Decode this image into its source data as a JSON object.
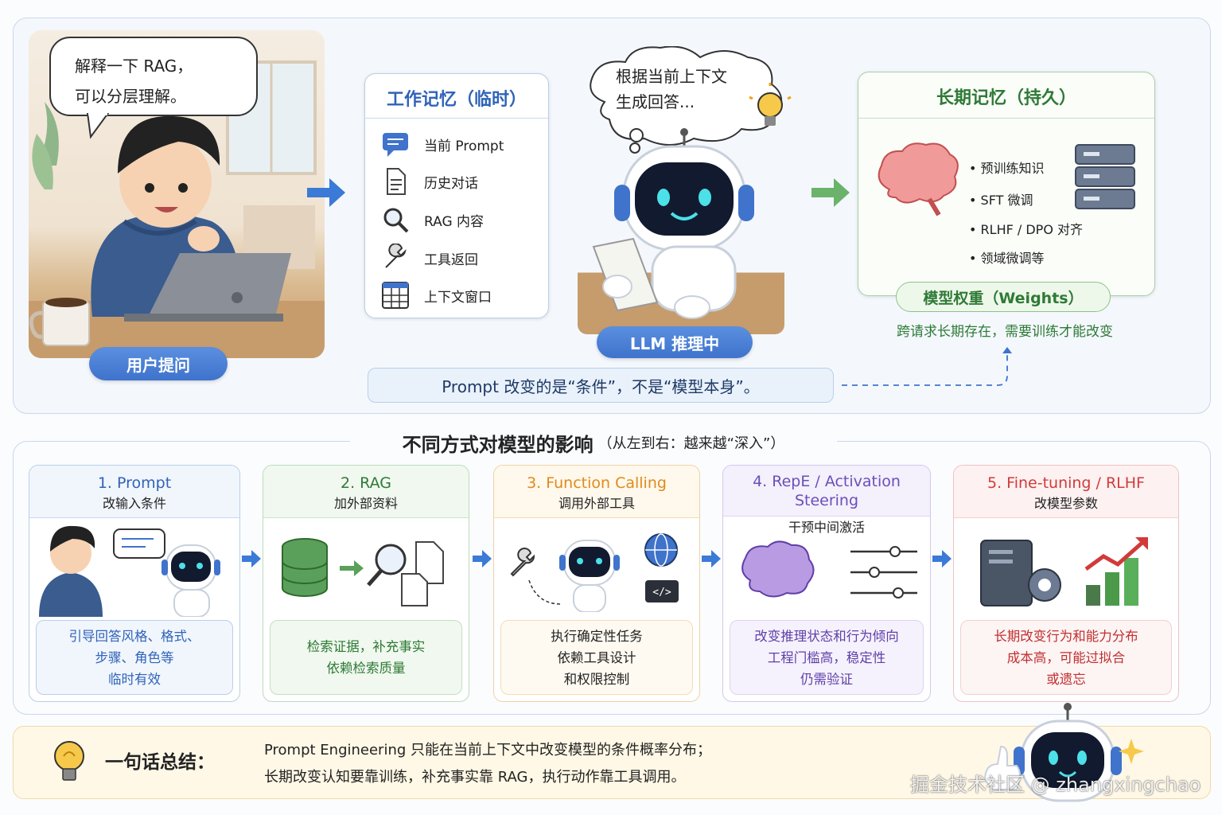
{
  "top": {
    "user_bubble": [
      "解释一下 RAG，",
      "可以分层理解。"
    ],
    "user_label": "用户提问",
    "working_memory": {
      "title": "工作记忆（临时）",
      "items": [
        "当前 Prompt",
        "历史对话",
        "RAG 内容",
        "工具返回",
        "上下文窗口"
      ]
    },
    "thought_bubble": [
      "根据当前上下文",
      "生成回答..."
    ],
    "llm_label": "LLM 推理中",
    "long_term_memory": {
      "title": "长期记忆（持久）",
      "items": [
        "预训练知识",
        "SFT 微调",
        "RLHF / DPO 对齐",
        "领域微调等"
      ],
      "weights_label": "模型权重（Weights）",
      "caption": "跨请求长期存在，需要训练才能改变"
    },
    "note": "Prompt 改变的是“条件”，不是“模型本身”。"
  },
  "middle": {
    "title": "不同方式对模型的影响",
    "subtitle": "（从左到右：越来越“深入”）",
    "steps": [
      {
        "title": "1. Prompt",
        "subtitle": "改输入条件",
        "desc": [
          "引导回答风格、格式、",
          "步骤、角色等",
          "临时有效"
        ],
        "color": "#2f63b8"
      },
      {
        "title": "2. RAG",
        "subtitle": "加外部资料",
        "desc": [
          "检索证据，补充事实",
          "依赖检索质量"
        ],
        "color": "#2e8a3e"
      },
      {
        "title": "3. Function Calling",
        "subtitle": "调用外部工具",
        "desc": [
          "执行确定性任务",
          "依赖工具设计",
          "和权限控制"
        ],
        "color": "#e08a1a"
      },
      {
        "title": "4. RepE / Activation Steering",
        "subtitle": "干预中间激活",
        "desc": [
          "改变推理状态和行为倾向",
          "工程门槛高，稳定性",
          "仍需验证"
        ],
        "color": "#6b4fb8"
      },
      {
        "title": "5. Fine-tuning / RLHF",
        "subtitle": "改模型参数",
        "desc": [
          "长期改变行为和能力分布",
          "成本高，可能过拟合",
          "或遗忘"
        ],
        "color": "#d23a3a"
      }
    ]
  },
  "summary": {
    "label": "一句话总结：",
    "lines": [
      "Prompt Engineering 只能在当前上下文中改变模型的条件概率分布；",
      "长期改变认知要靠训练，补充事实靠 RAG，执行动作靠工具调用。"
    ]
  },
  "watermark": "掘金技术社区 @ zhangxingchao",
  "icons": {
    "wm_items": [
      "chat-icon",
      "document-icon",
      "magnifier-icon",
      "wrench-icon",
      "grid-window-icon"
    ]
  }
}
